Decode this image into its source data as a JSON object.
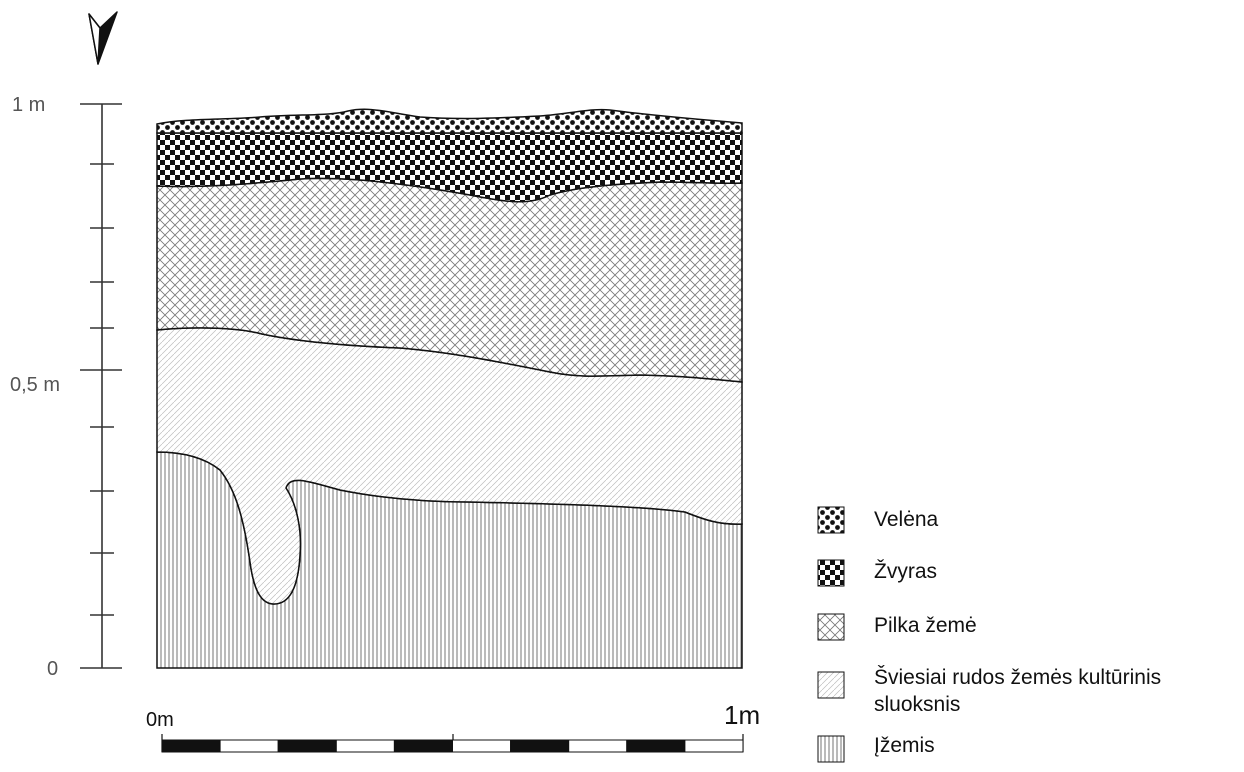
{
  "vertical_axis": {
    "top_label": "1 m",
    "mid_label": "0,5 m",
    "bottom_label": "0"
  },
  "scale_bar": {
    "start_label": "0m",
    "end_label": "1m",
    "segments": 10
  },
  "orientation": {
    "icon": "north-arrow-icon"
  },
  "legend": [
    {
      "key": "velena",
      "label": "Velėna",
      "pattern": "dots"
    },
    {
      "key": "zvyras",
      "label": "Žvyras",
      "pattern": "checker"
    },
    {
      "key": "pilka",
      "label": "Pilka žemė",
      "pattern": "crosshatch"
    },
    {
      "key": "sviesiai",
      "label_line1": "Šviesiai rudos žemės kultūrinis",
      "label_line2": "sluoksnis",
      "pattern": "diagonal"
    },
    {
      "key": "izemis",
      "label": "Įžemis",
      "pattern": "vertical"
    }
  ],
  "colors": {
    "ink": "#1a1a1a",
    "axis": "#333333",
    "background": "#ffffff"
  }
}
